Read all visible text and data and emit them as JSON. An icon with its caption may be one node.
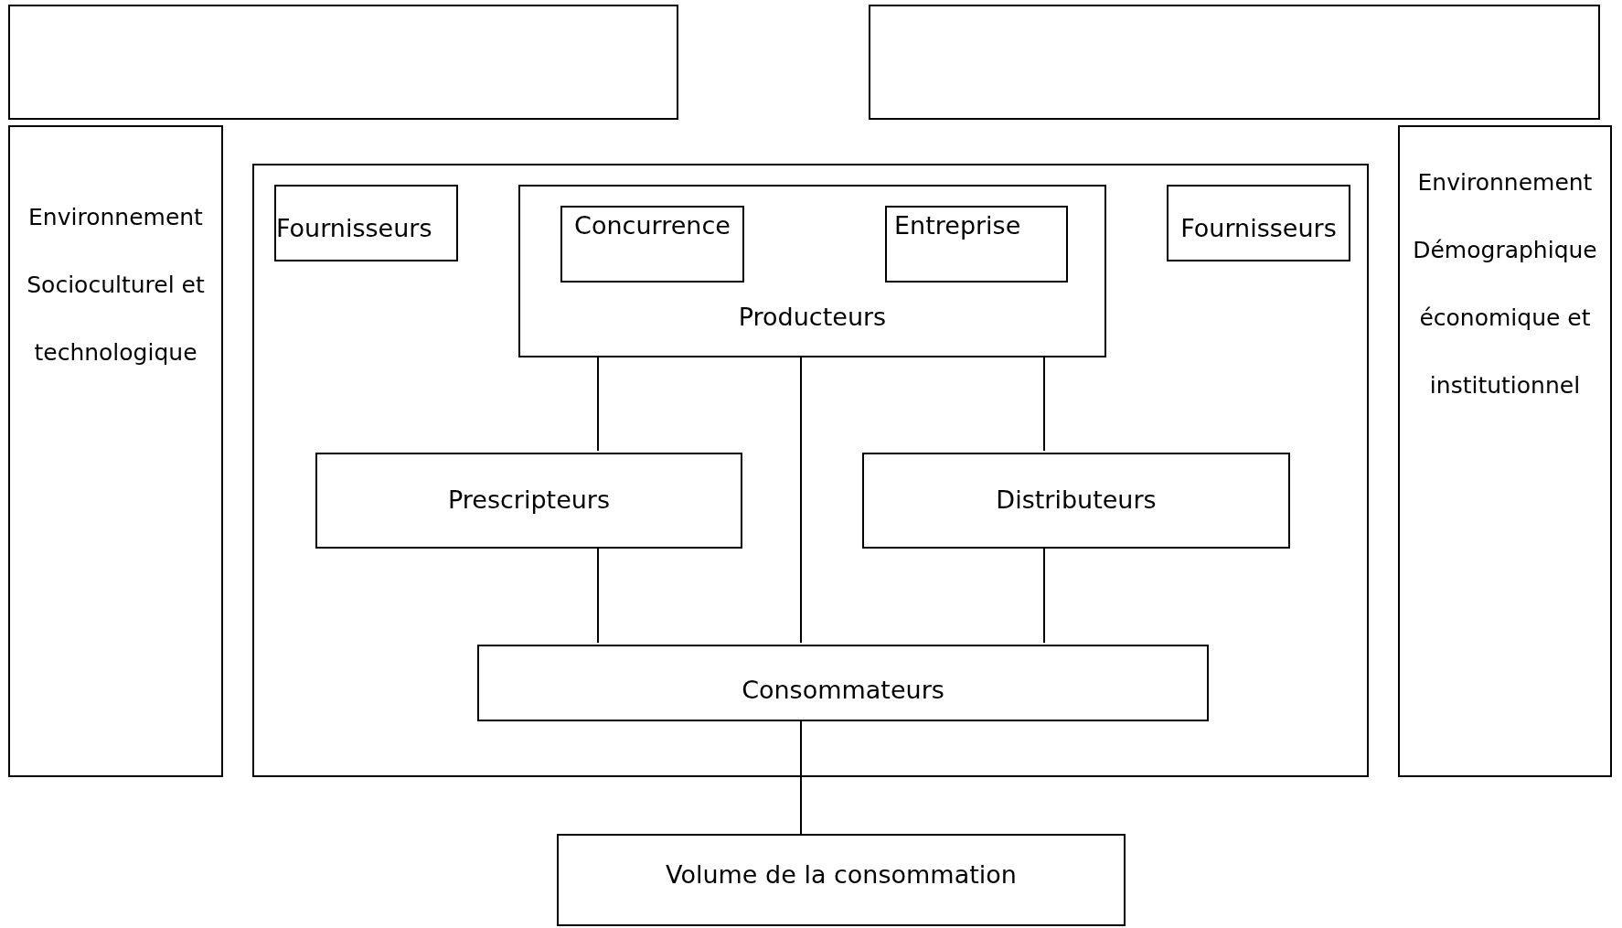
{
  "diagram": {
    "nodes": [
      {
        "text": [],
        "shape": "box"
      },
      {
        "text": [],
        "shape": "box"
      },
      {
        "text": [
          "Environnement Socioculturel et technologique"
        ]
      },
      {
        "text": [],
        "shape": "box"
      },
      {
        "text": [
          "Fournisseurs"
        ],
        "in": 3
      },
      {
        "text": [
          "Producteurs"
        ],
        "in": 3
      },
      {
        "text": [
          "Concurrence"
        ],
        "in": 5
      },
      {
        "text": [
          "Entreprise"
        ],
        "in": 5
      },
      {
        "text": [
          "Fournisseurs"
        ],
        "in": 3
      },
      {
        "text": [
          "Prescripteurs"
        ],
        "in": 3
      },
      {
        "text": [
          "Distributeurs"
        ],
        "in": 3
      },
      {
        "text": [
          "Consommateurs"
        ],
        "in": 3
      },
      {
        "text": [
          "Environnement Démographique économique et institutionnel"
        ]
      },
      {
        "text": [
          "Volume de la consommation"
        ]
      }
    ],
    "edges": [
      {
        "from": 5,
        "to": 9,
        "arrow": "none"
      },
      {
        "from": 5,
        "to": 11,
        "arrow": "none"
      },
      {
        "from": 5,
        "to": 10,
        "arrow": "none"
      },
      {
        "from": 9,
        "to": 11,
        "arrow": "none"
      },
      {
        "from": 10,
        "to": 11,
        "arrow": "none"
      },
      {
        "from": 11,
        "to": 13,
        "arrow": "none"
      }
    ]
  }
}
